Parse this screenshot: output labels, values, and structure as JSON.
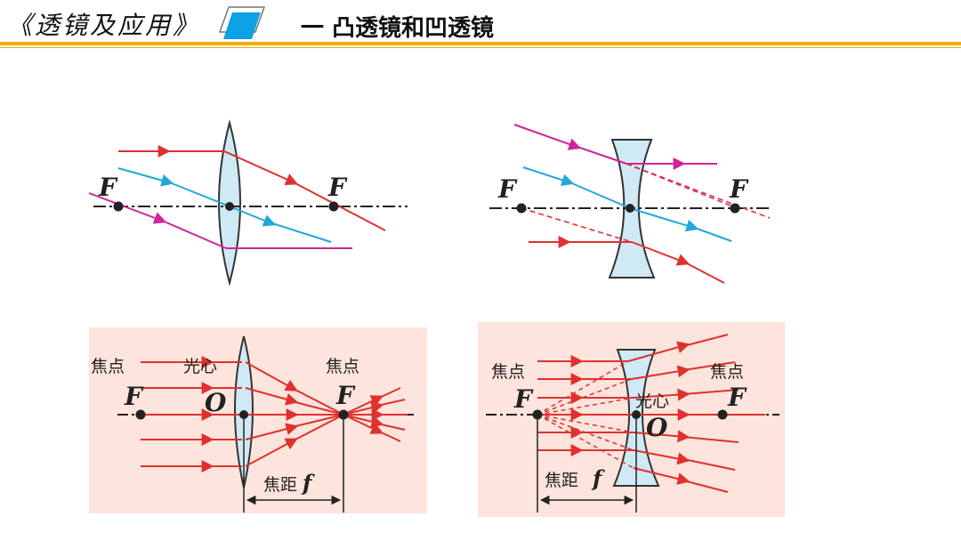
{
  "header": {
    "course_title": "《透镜及应用》",
    "section_title": "一  凸透镜和凹透镜",
    "logo_icon": "parallelogram-logo-icon",
    "rule_color": "#f0ab00"
  },
  "colors": {
    "red_ray": "#e0312f",
    "magenta_ray": "#d0249a",
    "blue_ray": "#22a7dc",
    "lens_fill": "#cfe9f5",
    "panel_bg": "#fde4dc",
    "axis": "#222222"
  },
  "convex_diagram": {
    "focus_left": "F",
    "focus_right": "F"
  },
  "concave_diagram": {
    "focus_left": "F",
    "focus_right": "F"
  },
  "convex_detail": {
    "focus_label_left": "焦点",
    "optical_center_label": "光心",
    "focus_label_right": "焦点",
    "focus_left": "F",
    "center_letter": "O",
    "focus_right": "F",
    "focal_length_label": "焦距",
    "focal_length_symbol": "f"
  },
  "concave_detail": {
    "focus_label_left": "焦点",
    "focus_label_right": "焦点",
    "focus_left": "F",
    "optical_center_label": "光心",
    "focus_right": "F",
    "center_letter": "O",
    "focal_length_label": "焦距",
    "focal_length_symbol": "f"
  }
}
